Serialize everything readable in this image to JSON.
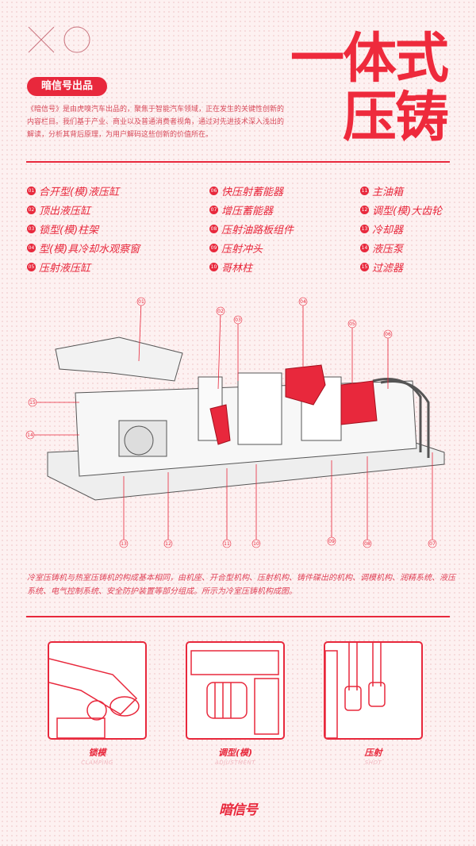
{
  "header": {
    "badge": "暗信号出品",
    "intro": "《暗信号》是由虎嗅汽车出品的，聚焦于智能汽车领域，正在发生的关键性创新的内容栏目。我们基于产业、商业以及普通消费者视角，通过对先进技术深入浅出的解读，分析其背后原理，为用户解码这些创新的价值所在。",
    "title_line1": "一体式",
    "title_line2": "压铸"
  },
  "legend": [
    {
      "num": "01",
      "label": "合开型(模)液压缸"
    },
    {
      "num": "06",
      "label": "快压射蓄能器"
    },
    {
      "num": "11",
      "label": "主油箱"
    },
    {
      "num": "02",
      "label": "顶出液压缸"
    },
    {
      "num": "07",
      "label": "增压蓄能器"
    },
    {
      "num": "12",
      "label": "调型(模)大齿轮"
    },
    {
      "num": "03",
      "label": "锁型(模)柱架"
    },
    {
      "num": "08",
      "label": "压射油路板组件"
    },
    {
      "num": "13",
      "label": "冷却器"
    },
    {
      "num": "04",
      "label": "型(模)具冷却水观察窗"
    },
    {
      "num": "09",
      "label": "压射冲头"
    },
    {
      "num": "14",
      "label": "液压泵"
    },
    {
      "num": "05",
      "label": "压射液压缸"
    },
    {
      "num": "10",
      "label": "哥林柱"
    },
    {
      "num": "15",
      "label": "过滤器"
    }
  ],
  "callouts": [
    "01",
    "02",
    "03",
    "04",
    "05",
    "06",
    "07",
    "08",
    "09",
    "10",
    "11",
    "12",
    "13",
    "14",
    "15"
  ],
  "description": "冷室压铸机与热室压铸机的构成基本相同，由机座、开合型机构、压射机构、铸件碟出的机构、调模机构、润精系统、液压系统、电气控制系统、安全防护装置等部分组成。所示为冷室压铸机构成图。",
  "thumbnails": [
    {
      "label": "锁模",
      "sub": "CLAMPING"
    },
    {
      "label": "调型(模)",
      "sub": "ADJUSTMENT"
    },
    {
      "label": "压射",
      "sub": "SHOT"
    }
  ],
  "footer": {
    "logo": "暗信号"
  },
  "colors": {
    "accent": "#e8283c",
    "background": "#fdf1f1"
  }
}
